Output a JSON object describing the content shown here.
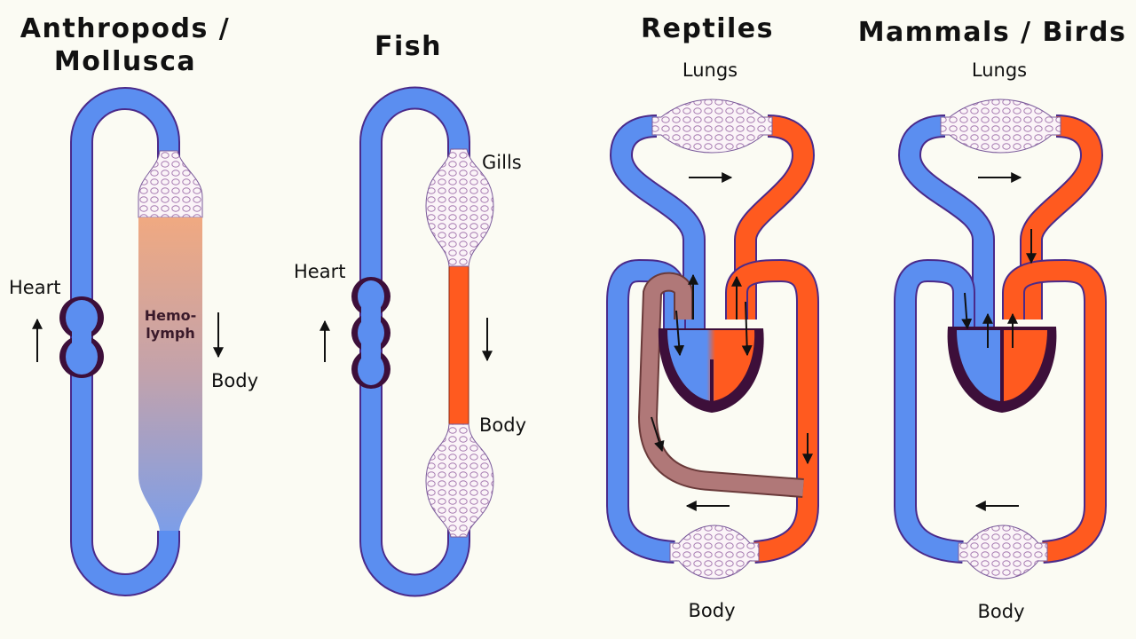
{
  "panels": {
    "arthropods": {
      "title_line1": "Anthropods /",
      "title_line2": "Mollusca",
      "heart_label": "Heart",
      "body_label": "Body",
      "hemolymph_line1": "Hemo-",
      "hemolymph_line2": "lymph"
    },
    "fish": {
      "title": "Fish",
      "gills_label": "Gills",
      "heart_label": "Heart",
      "body_label": "Body"
    },
    "reptiles": {
      "title": "Reptiles",
      "lungs_label": "Lungs",
      "body_label": "Body"
    },
    "mammals": {
      "title": "Mammals / Birds",
      "lungs_label": "Lungs",
      "body_label": "Body"
    }
  },
  "colors": {
    "deoxygenated": "#5b8ef0",
    "oxygenated": "#ff5a1f",
    "mixed": "#b07878",
    "heart_dark": "#3d0f3a",
    "outline": "#4a2a8a",
    "capillary": "#a67ab0"
  }
}
